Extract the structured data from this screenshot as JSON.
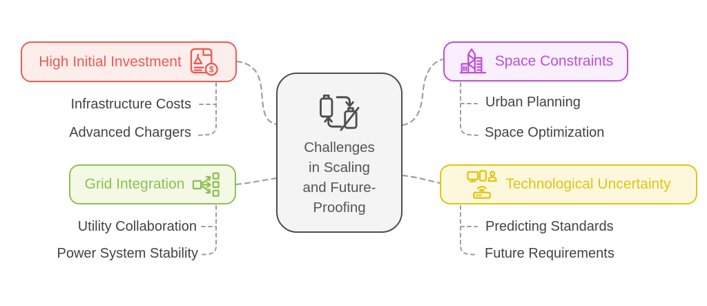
{
  "diagram": {
    "central": {
      "title": "Challenges in Scaling and Future-Proofing",
      "lines": [
        "Challenges",
        "in Scaling",
        "and Future-",
        "Proofing"
      ],
      "icon": "battery-swap-icon"
    },
    "branches": [
      {
        "label": "High Initial Investment",
        "icon": "investment-icon",
        "color": "#ee5a52",
        "bg": "#fdeeec",
        "children": [
          "Infrastructure Costs",
          "Advanced Chargers"
        ]
      },
      {
        "label": "Grid Integration",
        "icon": "grid-distribution-icon",
        "color": "#8cc152",
        "bg": "#f3f9e4",
        "children": [
          "Utility Collaboration",
          "Power System Stability"
        ]
      },
      {
        "label": "Space Constraints",
        "icon": "city-buildings-icon",
        "color": "#bb4fd8",
        "bg": "#faeffc",
        "children": [
          "Urban Planning",
          "Space Optimization"
        ]
      },
      {
        "label": "Technological Uncertainty",
        "icon": "devices-icon",
        "color": "#e0c414",
        "bg": "#fdf8dc",
        "children": [
          "Predicting Standards",
          "Future Requirements"
        ]
      }
    ],
    "colors": {
      "connector": "#9e9e9e",
      "central_border": "#4c4c4c",
      "central_bg": "#f4f4f4",
      "central_text": "#555555",
      "subtopic_text": "#424242",
      "background": "#ffffff"
    },
    "icon_glyphs": {
      "dollar": "$"
    }
  }
}
